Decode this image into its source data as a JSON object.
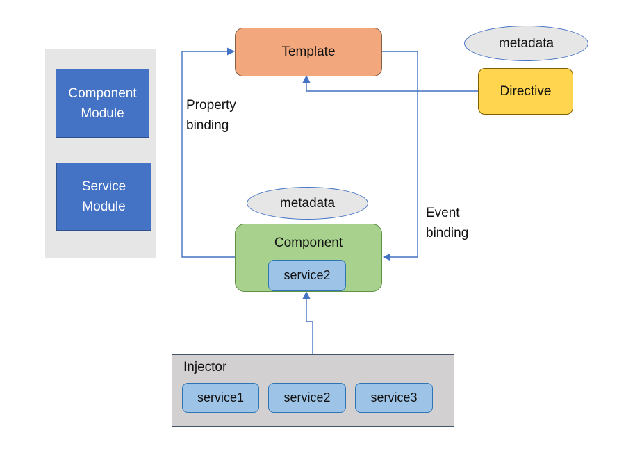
{
  "colors": {
    "connector_blue": "#4472C4",
    "module_blue_fill": "#4472C4",
    "module_blue_border": "#2F528F",
    "service_chip_fill": "#9DC3E6",
    "service_chip_border": "#2E75B6",
    "template_orange_fill": "#F2A87C",
    "directive_yellow_fill": "#FFD44E",
    "component_green_fill": "#A9D18E",
    "sidebar_gray": "#E7E6E6",
    "injector_gray": "#D2D0D0",
    "metadata_ellipse_fill": "#E7E6E6"
  },
  "sidebar": {
    "component_module": {
      "line1": "Component",
      "line2": "Module"
    },
    "service_module": {
      "line1": "Service",
      "line2": "Module"
    }
  },
  "nodes": {
    "template": "Template",
    "metadata_top": "metadata",
    "directive": "Directive",
    "metadata_component": "metadata",
    "component": "Component",
    "component_service": "service2",
    "injector": "Injector",
    "services": [
      "service1",
      "service2",
      "service3"
    ]
  },
  "edges": {
    "property_binding": {
      "line1": "Property",
      "line2": "binding"
    },
    "event_binding": {
      "line1": "Event",
      "line2": "binding"
    }
  }
}
